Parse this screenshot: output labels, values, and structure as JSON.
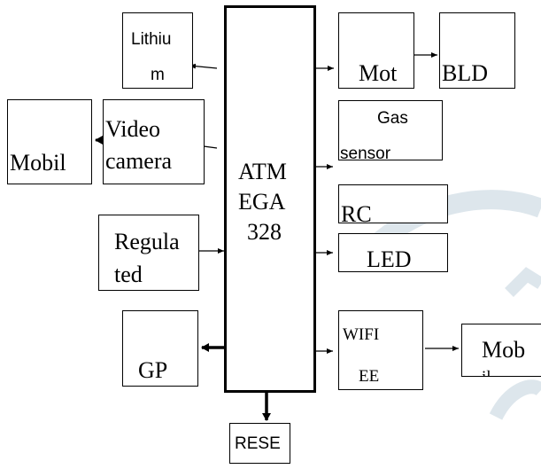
{
  "blocks": {
    "lithium": [
      "Lithiu",
      "m"
    ],
    "video_camera": [
      "Video",
      "camera"
    ],
    "mobile_left": "Mobil",
    "regulated": [
      "Regula",
      "ted"
    ],
    "gps": "GP",
    "atmega": [
      "ATM",
      "EGA",
      "328"
    ],
    "motor": "Mot",
    "bldc": "BLD",
    "gas_sensor": [
      "Gas",
      "sensor"
    ],
    "rc": "RC",
    "led": "LED",
    "wifi": [
      "WIFI",
      "EE"
    ],
    "mobile_right": [
      "Mob",
      "il"
    ],
    "reset": "RESE"
  },
  "colors": {
    "line": "#000000",
    "watermark": "#dde6ec"
  }
}
